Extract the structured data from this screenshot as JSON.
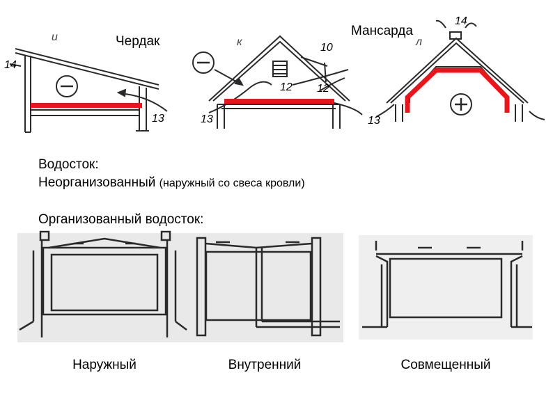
{
  "top_labels": {
    "cherdak": "Чердак",
    "mansarda": "Мансарда"
  },
  "figure_letters": {
    "a": "и",
    "b": "к",
    "c": "л"
  },
  "callouts": {
    "n14_left": "14",
    "n13_left": "13",
    "n13_mid": "13",
    "n12_mid_upper": "12",
    "n12_mid_lower": "12",
    "n10_mid": "10",
    "n14_right": "14",
    "n13_right": "13"
  },
  "symbols": {
    "minus": "−",
    "plus": "+"
  },
  "text": {
    "heading": "Водосток:",
    "unorganized_label": "Неорганизованный",
    "unorganized_note": "(наружный со свеса кровли)",
    "organized_label": "Организованный водосток:"
  },
  "captions": {
    "outer": "Наружный",
    "inner": "Внутренний",
    "combined": "Совмещенный"
  },
  "colors": {
    "highlight": "#e8151b",
    "ink": "#2a2a2a",
    "photo_bg": "#e9e9e9"
  }
}
